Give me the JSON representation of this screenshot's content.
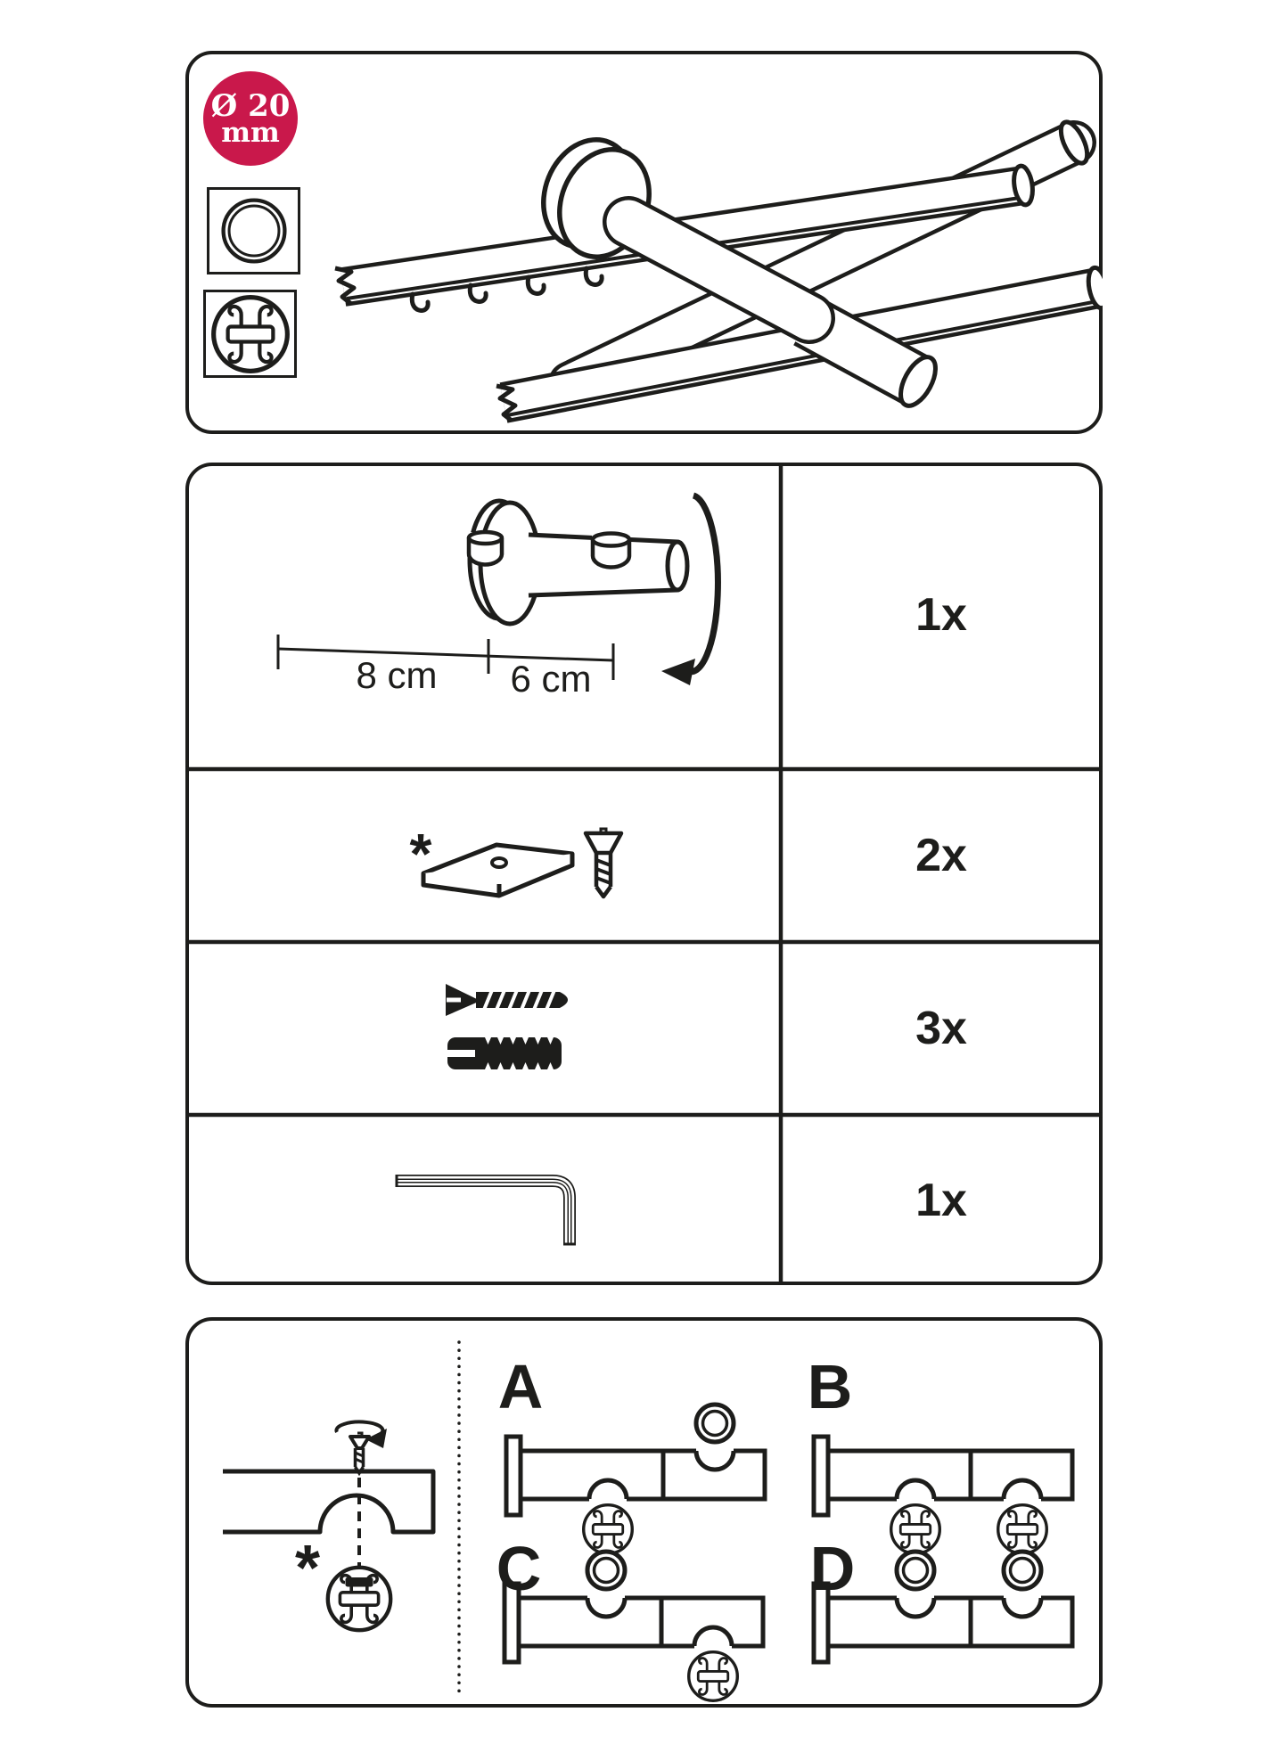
{
  "badge": {
    "diameter": "Ø 20",
    "unit": "mm",
    "color": "#C9184B"
  },
  "profile_icons": [
    {
      "name": "rod-profile"
    },
    {
      "name": "rail-profile"
    }
  ],
  "parts_table": {
    "rows": [
      {
        "item": "double-support-bracket",
        "quantity": "1x",
        "dim_left": "8 cm",
        "dim_right": "6 cm"
      },
      {
        "item": "clamping-plate-and-screw",
        "quantity": "2x",
        "marker": "*"
      },
      {
        "item": "screw-and-wall-plug",
        "quantity": "3x"
      },
      {
        "item": "hex-key",
        "quantity": "1x"
      }
    ]
  },
  "mounting_options": {
    "marker": "*",
    "options": [
      {
        "label": "A"
      },
      {
        "label": "B"
      },
      {
        "label": "C"
      },
      {
        "label": "D"
      }
    ]
  },
  "colors": {
    "ink": "#1D1D1B",
    "accent_red": "#C9184B",
    "paper": "#FFFFFF"
  }
}
